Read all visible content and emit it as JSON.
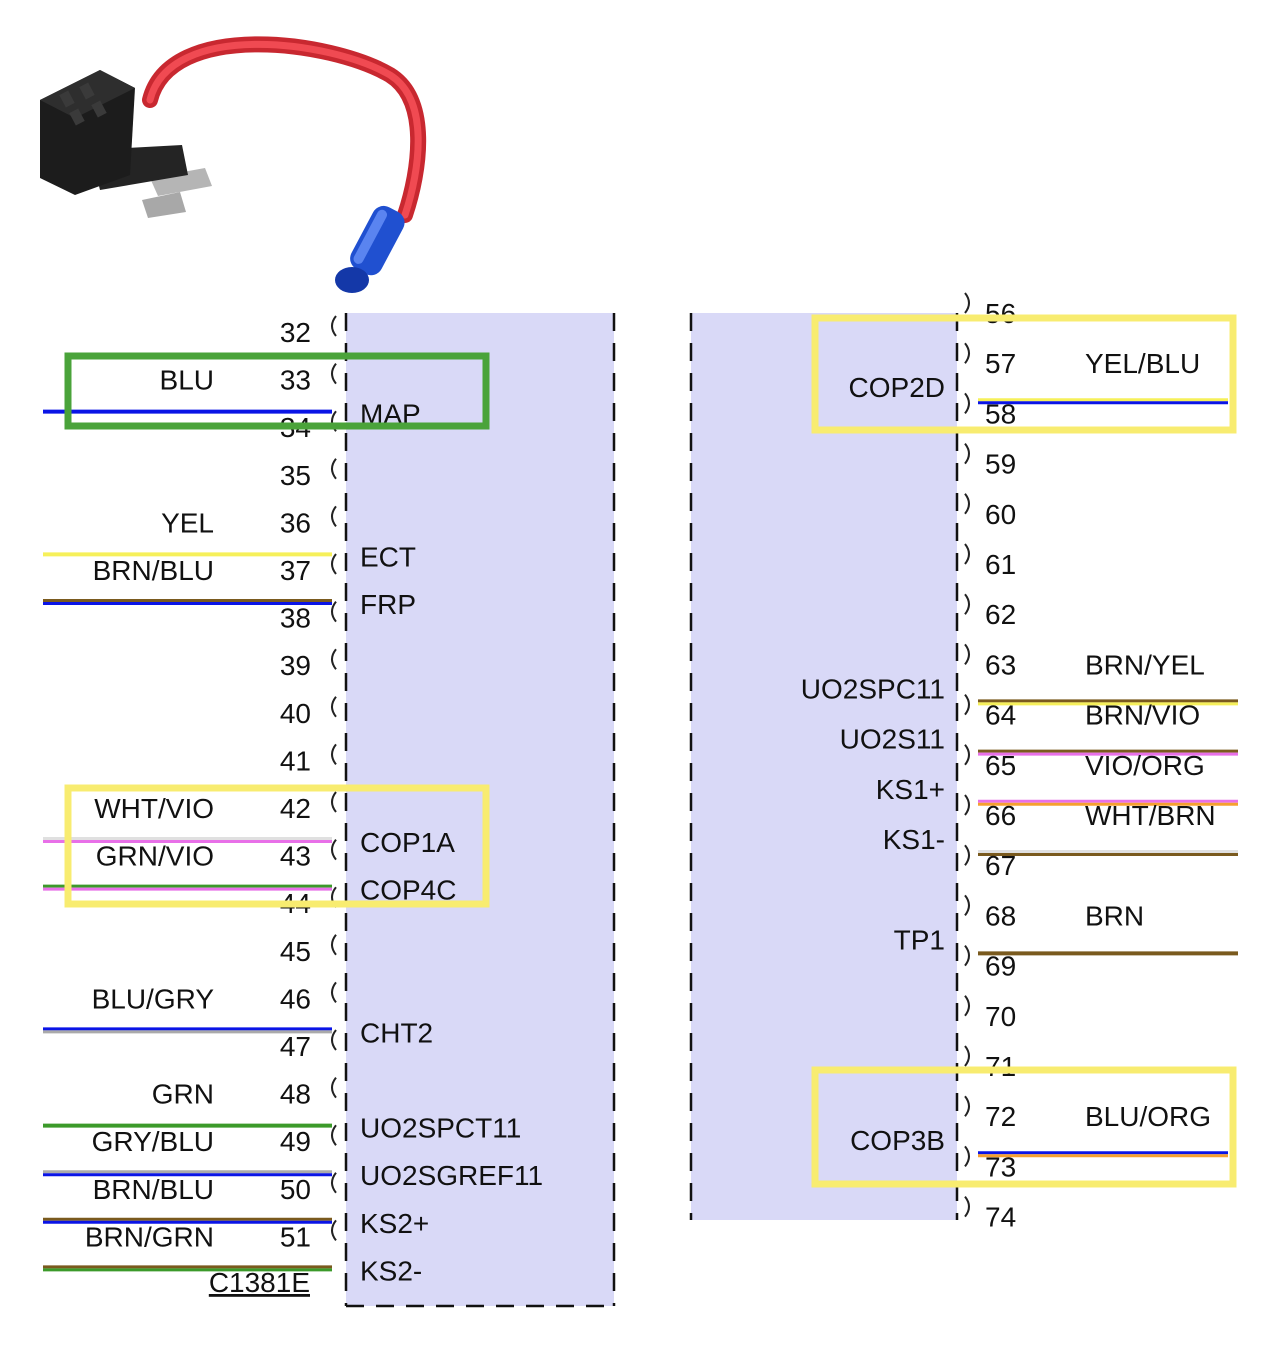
{
  "left_connector": {
    "name": "C1381E",
    "pins": [
      {
        "pin": "32",
        "wire": "",
        "signal": "",
        "colors": []
      },
      {
        "pin": "33",
        "wire": "BLU",
        "signal": "MAP",
        "colors": [
          "#0a14e6"
        ]
      },
      {
        "pin": "34",
        "wire": "",
        "signal": "",
        "colors": []
      },
      {
        "pin": "35",
        "wire": "",
        "signal": "",
        "colors": []
      },
      {
        "pin": "36",
        "wire": "YEL",
        "signal": "ECT",
        "colors": [
          "#f6f05a"
        ]
      },
      {
        "pin": "37",
        "wire": "BRN/BLU",
        "signal": "FRP",
        "colors": [
          "#7a5a1e",
          "#0a14e6"
        ]
      },
      {
        "pin": "38",
        "wire": "",
        "signal": "",
        "colors": []
      },
      {
        "pin": "39",
        "wire": "",
        "signal": "",
        "colors": []
      },
      {
        "pin": "40",
        "wire": "",
        "signal": "",
        "colors": []
      },
      {
        "pin": "41",
        "wire": "",
        "signal": "",
        "colors": []
      },
      {
        "pin": "42",
        "wire": "WHT/VIO",
        "signal": "COP1A",
        "colors": [
          "#e0e0e0",
          "#e870e8"
        ]
      },
      {
        "pin": "43",
        "wire": "GRN/VIO",
        "signal": "COP4C",
        "colors": [
          "#3c9a2a",
          "#e870e8"
        ]
      },
      {
        "pin": "44",
        "wire": "",
        "signal": "",
        "colors": []
      },
      {
        "pin": "45",
        "wire": "",
        "signal": "",
        "colors": []
      },
      {
        "pin": "46",
        "wire": "BLU/GRY",
        "signal": "CHT2",
        "colors": [
          "#0a14e6",
          "#aaaaaa"
        ]
      },
      {
        "pin": "47",
        "wire": "",
        "signal": "",
        "colors": []
      },
      {
        "pin": "48",
        "wire": "GRN",
        "signal": "UO2SPCT11",
        "colors": [
          "#3c9a2a"
        ]
      },
      {
        "pin": "49",
        "wire": "GRY/BLU",
        "signal": "UO2SGREF11",
        "colors": [
          "#aaaaaa",
          "#0a14e6"
        ]
      },
      {
        "pin": "50",
        "wire": "BRN/BLU",
        "signal": "KS2+",
        "colors": [
          "#7a5a1e",
          "#0a14e6"
        ]
      },
      {
        "pin": "51",
        "wire": "BRN/GRN",
        "signal": "KS2-",
        "colors": [
          "#7a5a1e",
          "#3c9a2a"
        ]
      }
    ]
  },
  "right_connector": {
    "pins": [
      {
        "pin": "56",
        "wire": "",
        "signal": "",
        "colors": []
      },
      {
        "pin": "57",
        "wire": "YEL/BLU",
        "signal": "COP2D",
        "colors": [
          "#f6f05a",
          "#0a14e6"
        ]
      },
      {
        "pin": "58",
        "wire": "",
        "signal": "",
        "colors": []
      },
      {
        "pin": "59",
        "wire": "",
        "signal": "",
        "colors": []
      },
      {
        "pin": "60",
        "wire": "",
        "signal": "",
        "colors": []
      },
      {
        "pin": "61",
        "wire": "",
        "signal": "",
        "colors": []
      },
      {
        "pin": "62",
        "wire": "",
        "signal": "",
        "colors": []
      },
      {
        "pin": "63",
        "wire": "BRN/YEL",
        "signal": "UO2SPC11",
        "colors": [
          "#7a5a1e",
          "#f6f05a"
        ]
      },
      {
        "pin": "64",
        "wire": "BRN/VIO",
        "signal": "UO2S11",
        "colors": [
          "#7a5a1e",
          "#e870e8"
        ]
      },
      {
        "pin": "65",
        "wire": "VIO/ORG",
        "signal": "KS1+",
        "colors": [
          "#e870e8",
          "#f5a030"
        ]
      },
      {
        "pin": "66",
        "wire": "WHT/BRN",
        "signal": "KS1-",
        "colors": [
          "#e0e0e0",
          "#7a5a1e"
        ]
      },
      {
        "pin": "67",
        "wire": "",
        "signal": "",
        "colors": []
      },
      {
        "pin": "68",
        "wire": "BRN",
        "signal": "TP1",
        "colors": [
          "#7a5a1e"
        ]
      },
      {
        "pin": "69",
        "wire": "",
        "signal": "",
        "colors": []
      },
      {
        "pin": "70",
        "wire": "",
        "signal": "",
        "colors": []
      },
      {
        "pin": "71",
        "wire": "",
        "signal": "",
        "colors": []
      },
      {
        "pin": "72",
        "wire": "BLU/ORG",
        "signal": "COP3B",
        "colors": [
          "#0a14e6",
          "#f5a030"
        ]
      },
      {
        "pin": "73",
        "wire": "",
        "signal": "",
        "colors": []
      },
      {
        "pin": "74",
        "wire": "",
        "signal": "",
        "colors": []
      }
    ]
  },
  "highlights": [
    {
      "target": "left-33",
      "color": "#4aa33a"
    },
    {
      "target": "left-42-43",
      "color": "#f8ec70"
    },
    {
      "target": "right-57",
      "color": "#f8ec70"
    },
    {
      "target": "right-72",
      "color": "#f8ec70"
    }
  ],
  "colors": {
    "body_fill": "#d9d9f7",
    "fuse_tap_wire": "#e0323c",
    "fuse_tap_connector": "#2050d0",
    "fuse_tap_housing": "#1c1c1c"
  }
}
